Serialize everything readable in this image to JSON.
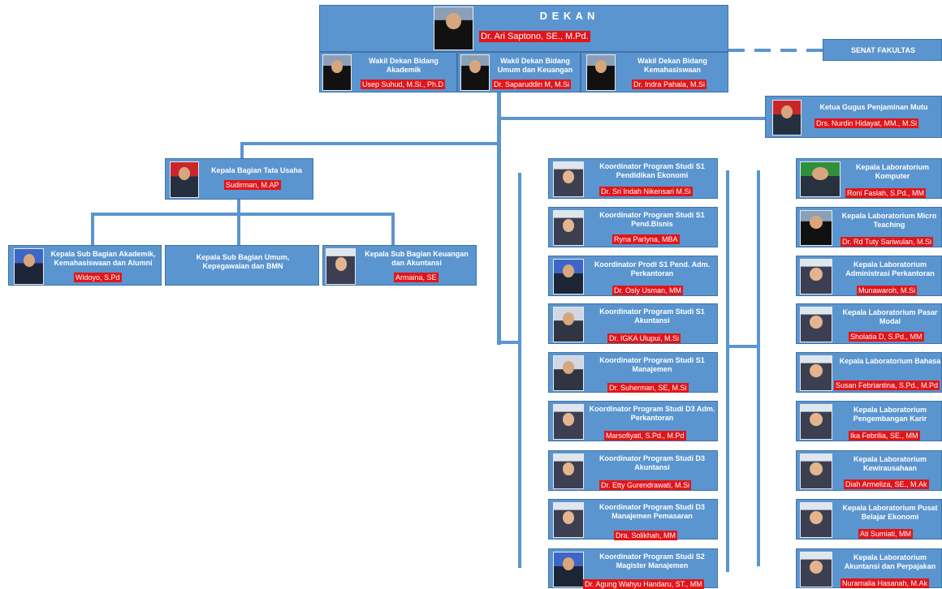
{
  "colors": {
    "box_fill": "#5b95cf",
    "name_label": "#e0161b",
    "connector": "#5b95cf"
  },
  "dean": {
    "title": "D E K A N",
    "name": "Dr. Ari Saptono, SE., M.Pd.",
    "icon": "portrait-photo"
  },
  "vice_deans": [
    {
      "title": "Wakil Dekan Bidang Akademik",
      "name": "Usep Suhud, M.Si., Ph.D"
    },
    {
      "title": "Wakil Dekan Bidang Umum dan Keuangan",
      "name": "Dr. Saparuddin M, M.Si"
    },
    {
      "title": "Wakil Dekan Bidang Kemahasiswaan",
      "name": "Dr. Indra Pahala, M.Si"
    }
  ],
  "senate": {
    "title": "SENAT FAKULTAS"
  },
  "quality": {
    "title": "Ketua Gugus Penjaminan Mutu",
    "name": "Drs. Nurdin Hidayat, MM., M.Si"
  },
  "admin_head": {
    "title": "Kepala Bagian Tata Usaha",
    "name": "Sudirman, M.AP"
  },
  "admin_subs": [
    {
      "title": "Kepala Sub Bagian Akademik, Kemahasiswaan dan Alumni",
      "name": "Widoyo, S.Pd"
    },
    {
      "title": "Kepala Sub Bagian Umum, Kepegawaian dan BMN",
      "name": ""
    },
    {
      "title": "Kepala Sub Bagian Keuangan dan Akuntansi",
      "name": "Armaina, SE"
    }
  ],
  "programs": [
    {
      "title": "Koordinator Program Studi S1 Pendidikan Ekonomi",
      "name": "Dr. Sri Indah Nikensari M.Si"
    },
    {
      "title": "Koordinator Program Studi S1 Pend.Bisnis",
      "name": "Ryna Parlyna, MBA"
    },
    {
      "title": "Koordinator Prodi S1 Pend. Adm. Perkantoran",
      "name": "Dr. Osly Usman, MM"
    },
    {
      "title": "Koordinator Program Studi S1 Akuntansi",
      "name": "Dr. IGKA Ulupui, M.Si"
    },
    {
      "title": "Koordinator Program Studi S1 Manajemen",
      "name": "Dr. Suherman, SE, M.Si"
    },
    {
      "title": "Koordinator Program Studi D3 Adm. Perkantoran",
      "name": "Marsofiyati, S.Pd., M.Pd"
    },
    {
      "title": "Koordinator Program Studi D3 Akuntansi",
      "name": "Dr. Etty Gurendrawati, M.Si"
    },
    {
      "title": "Koordinator Program Studi D3 Manajemen Pemasaran",
      "name": "Dra. Solikhah, MM"
    },
    {
      "title": "Koordinator Program Studi S2 Magister Manajemen",
      "name": "Dr. Agung Wahyu Handaru, ST., MM"
    }
  ],
  "labs": [
    {
      "title": "Kepala Laboratorium Komputer",
      "name": "Roni Faslah, S.Pd., MM"
    },
    {
      "title": "Kepala Laboratorium Micro Teaching",
      "name": "Dr. Rd Tuty Sariwulan, M.Si"
    },
    {
      "title": "Kepala Laboratorium Administrasi Perkantoran",
      "name": "Munawaroh, M.Si"
    },
    {
      "title": "Kepala Laboratorium Pasar Modal",
      "name": "Sholatia D, S.Pd., MM"
    },
    {
      "title": "Kepala Laboratorium Bahasa",
      "name": "Susan Febriantina, S.Pd., M.Pd"
    },
    {
      "title": "Kepala Laboratorium Pengembangan Karir",
      "name": "Ika Febrilia, SE., MM"
    },
    {
      "title": "Kepala Laboratorium Kewirausahaan",
      "name": "Diah Armeliza, SE., M.Ak"
    },
    {
      "title": "Kepala Laboratorium Pusat Belajar Ekonomi",
      "name": "Ati Sumiati, MM"
    },
    {
      "title": "Kepala Laboratorium Akuntansi dan Perpajakan",
      "name": "Nuramalia Hasanah, M.Ak"
    }
  ]
}
